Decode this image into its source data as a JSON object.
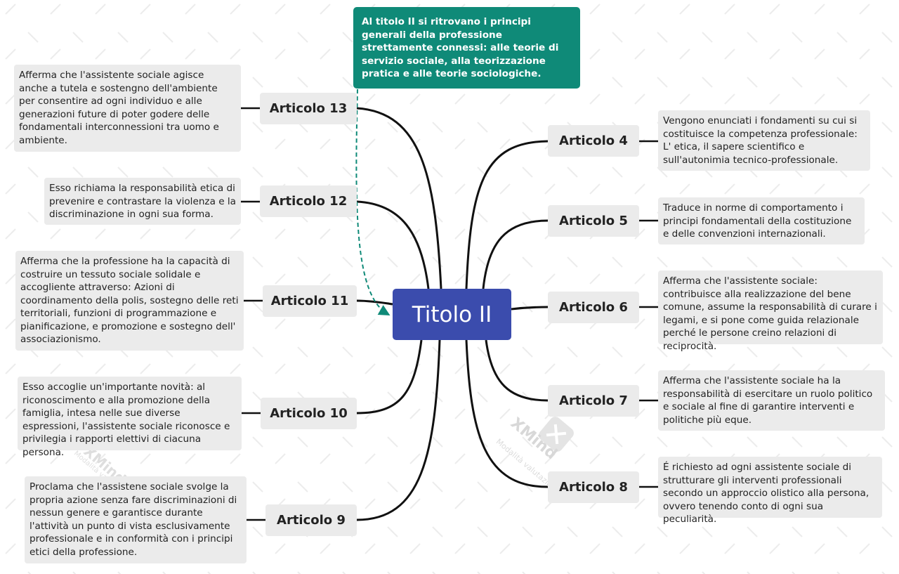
{
  "central": {
    "label": "Titolo II"
  },
  "callout": {
    "text": "Al titolo II si ritrovano i principi generali della professione strettamente connessi: alle teorie di servizio sociale, alla teorizzazione pratica e alle teorie sociologiche."
  },
  "articles": [
    {
      "label": "Articolo 13",
      "desc": "Afferma che l'assistente sociale agisce anche a tutela e sostengno dell'ambiente per consentire ad ogni individuo e alle generazioni future di poter godere delle fondamentali interconnessioni tra uomo e ambiente."
    },
    {
      "label": "Articolo 12",
      "desc": "Esso richiama la responsabilità etica di prevenire e contrastare la violenza e la discriminazione in ogni sua forma."
    },
    {
      "label": "Articolo 11",
      "desc": "Afferma che la professione ha la capacità di costruire un tessuto sociale solidale e accogliente attraverso: Azioni di coordinamento della polis, sostegno delle reti territoriali, funzioni di programmazione e pianificazione, e promozione e sostegno dell' associazionismo."
    },
    {
      "label": "Articolo 10",
      "desc": "Esso accoglie un'importante novità: al riconoscimento e alla promozione della famiglia, intesa nelle sue diverse espressioni, l'assistente sociale riconosce e privilegia i rapporti elettivi di ciacuna persona."
    },
    {
      "label": "Articolo 9",
      "desc": "Proclama che l'assistene sociale svolge la propria azione senza fare discriminazioni di nessun genere e garantisce durante l'attività un punto di vista esclusivamente professionale e in conformità con i principi etici della professione."
    },
    {
      "label": "Articolo 4",
      "desc": "Vengono enunciati i fondamenti su cui si costituisce la competenza professionale: L' etica, il sapere scientifico e sull'autonimia tecnico-professionale."
    },
    {
      "label": "Articolo 5",
      "desc": "Traduce in norme di comportamento i principi fondamentali della costituzione e delle convenzioni internazionali."
    },
    {
      "label": "Articolo 6",
      "desc": "Afferma che l'assistente sociale: contribuisce alla realizzazione del bene comune, assume la responsabilità di curare i legami, e si pone come guida relazionale perché le persone creino relazioni di reciprocità."
    },
    {
      "label": "Articolo 7",
      "desc": "Afferma che l'assistente sociale ha la responsabilità di esercitare un ruolo politico e sociale al fine di garantire  interventi e politiche più eque."
    },
    {
      "label": "Articolo 8",
      "desc": " É richiesto ad ogni assistente sociale di strutturare gli interventi professionali secondo un approccio olistico alla persona, ovvero tenendo conto di ogni sua peculiarità."
    }
  ],
  "watermark": {
    "brand": "XMind",
    "subtitle": "Modalità valutazione"
  },
  "colors": {
    "central": "#3b4cad",
    "callout": "#0f8a78",
    "node": "#ebebeb",
    "line": "#111111",
    "dashed": "#0f8a78"
  }
}
